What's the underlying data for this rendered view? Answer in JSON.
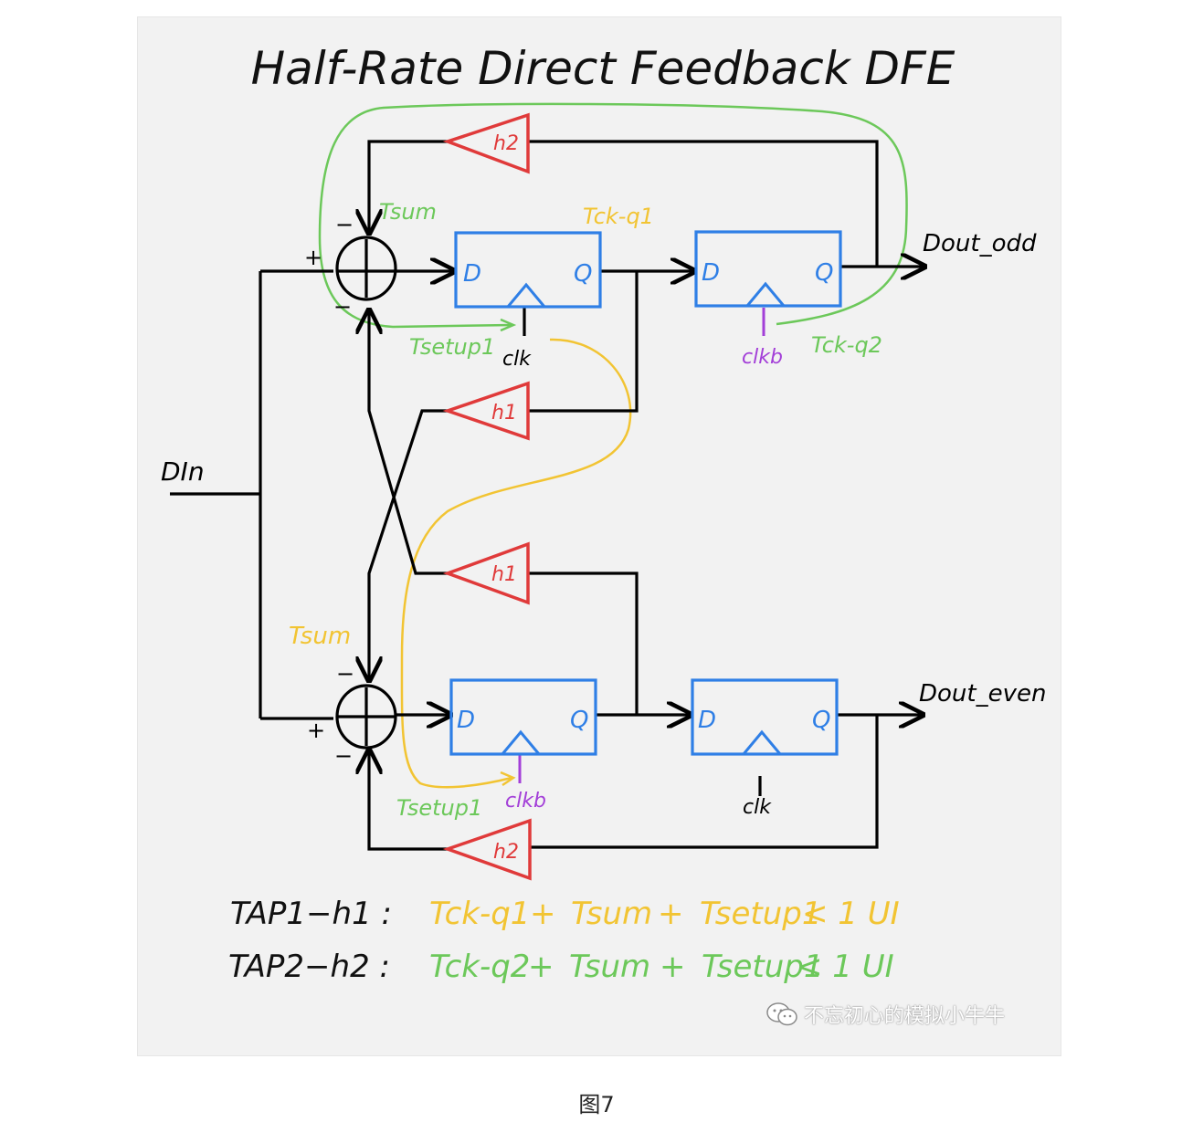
{
  "title": "Half-Rate Direct Feedback DFE",
  "caption": "图7",
  "watermark": "不忘初心的模拟小牛牛",
  "colors": {
    "wire": "#000000",
    "flipflop": "#2f7fe6",
    "tap": "#e03a3a",
    "green_path": "#6cc85a",
    "yellow_path": "#f2c433",
    "clkb": "#a33fd8",
    "paper": "#f2f2f2"
  },
  "labels": {
    "din": "DIn",
    "dout_odd": "Dout_odd",
    "dout_even": "Dout_even",
    "clk_top": "clk",
    "clkb_top": "clkb",
    "clkb_bottom": "clkb",
    "clk_bottom": "clk",
    "tsum_top": "Tsum",
    "tsum_bottom": "Tsum",
    "tckq1": "Tck-q1",
    "tckq2": "Tck-q2",
    "tsetup_top": "Tsetup1",
    "tsetup_bottom": "Tsetup1",
    "ff_d": "D",
    "ff_q": "Q",
    "tap_h1": "h1",
    "tap_h2": "h2",
    "plus": "+",
    "minus": "−"
  },
  "equations": [
    {
      "lhs": "TAP1−h1 :",
      "terms": [
        "Tck-q1",
        "+",
        "Tsum",
        "+",
        "Tsetup1",
        "< 1 UI"
      ],
      "color": "#f2c433"
    },
    {
      "lhs": "TAP2−h2 :",
      "terms": [
        "Tck-q2",
        "+",
        "Tsum",
        "+",
        "Tsetup1",
        "< 1 UI"
      ],
      "color": "#6cc85a"
    }
  ],
  "icons": [
    "wechat-icon"
  ]
}
